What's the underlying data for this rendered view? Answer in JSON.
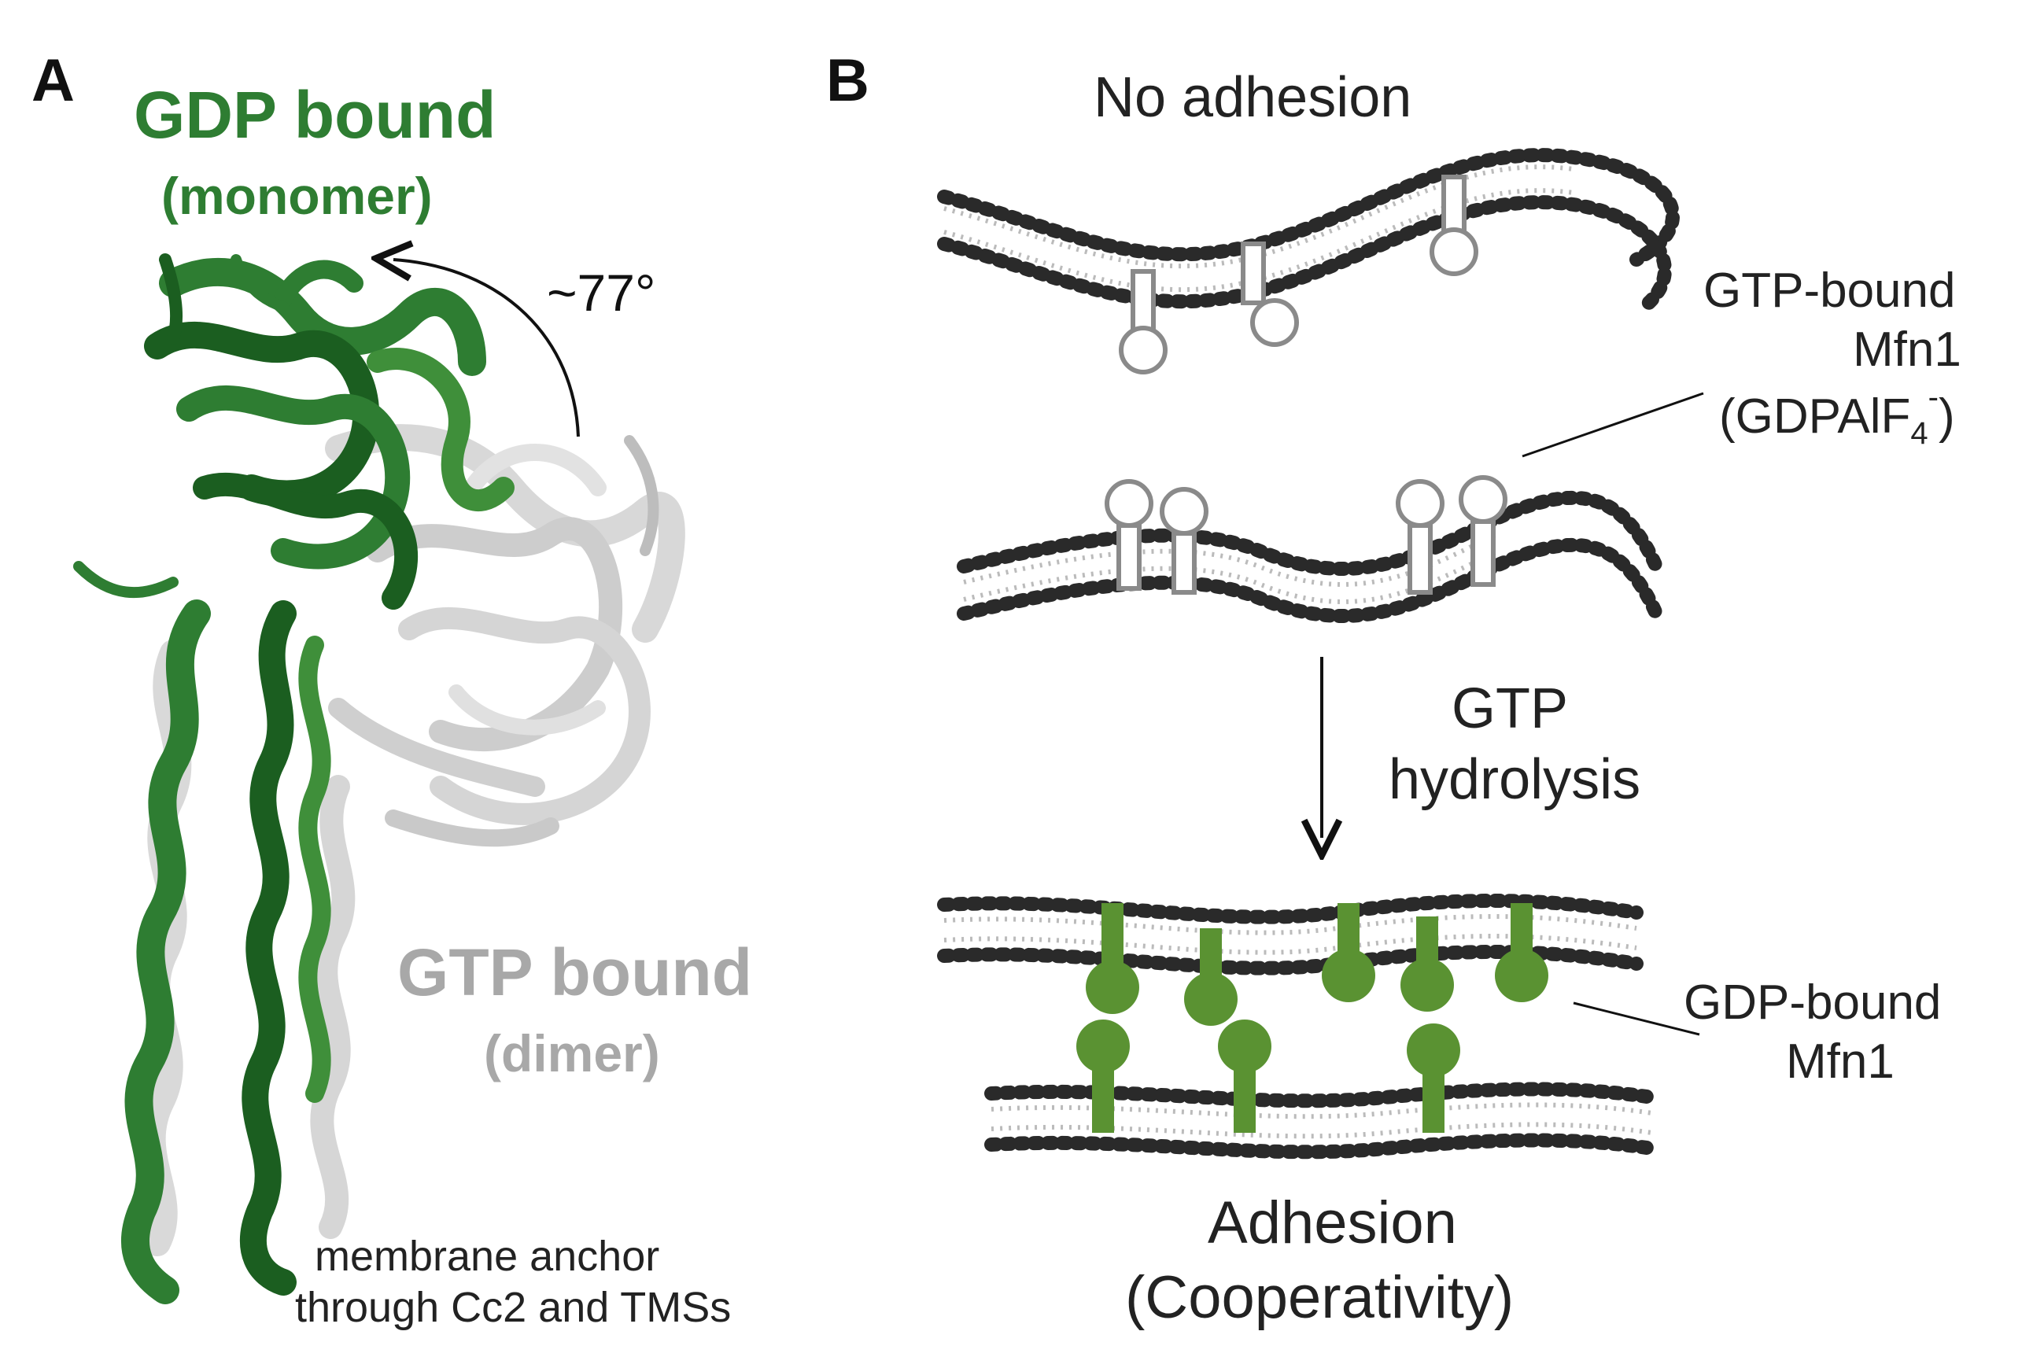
{
  "panel_a": {
    "label": "A",
    "gdp_title": "GDP bound",
    "gdp_subtitle": "(monomer)",
    "angle": "~77°",
    "gtp_title": "GTP bound",
    "gtp_subtitle": "(dimer)",
    "anchor_line1": "membrane anchor",
    "anchor_line2": "through Cc2 and TMSs"
  },
  "panel_b": {
    "label": "B",
    "no_adhesion": "No adhesion",
    "gtp_bound_line1": "GTP-bound",
    "gtp_bound_line2": "Mfn1",
    "gtp_bound_line3_open": "(GDPAlF",
    "gtp_bound_sub": "4",
    "gtp_bound_sup": "-",
    "gtp_bound_line3_close": ")",
    "hydrolysis_line1": "GTP",
    "hydrolysis_line2": "hydrolysis",
    "gdp_bound_line1": "GDP-bound",
    "gdp_bound_line2": "Mfn1",
    "adhesion_line1": "Adhesion",
    "adhesion_line2": "(Cooperativity)"
  },
  "colors": {
    "green": "#2e7d32",
    "dark_green": "#1b5e20",
    "mid_green": "#3f8f3a",
    "gray_protein": "#cfcfcf",
    "gray_text": "#a8a8a8",
    "olive_green": "#5a9232",
    "lipid": "#2a2a2a"
  }
}
